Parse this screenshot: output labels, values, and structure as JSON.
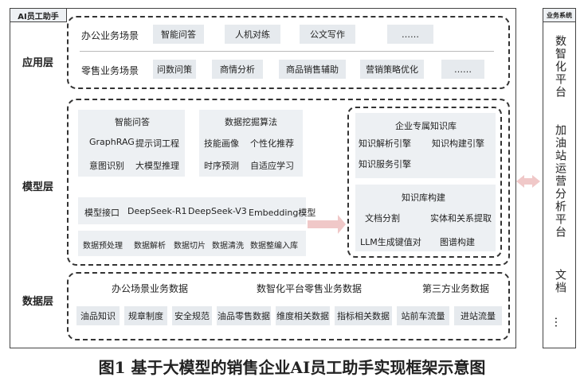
{
  "title": "AI员工助手",
  "layers": {
    "app": "应用层",
    "model": "模型层",
    "data": "数据层"
  },
  "app": {
    "office_label": "办公业务场景",
    "office_items": [
      "智能问答",
      "人机对练",
      "公文写作",
      "……"
    ],
    "retail_label": "零售业务场景",
    "retail_items": [
      "问数问策",
      "商情分析",
      "商品销售辅助",
      "营销策略优化",
      "……"
    ]
  },
  "model": {
    "qa": {
      "title": "智能问答",
      "items": [
        "GraphRAG",
        "提示词工程",
        "意图识别",
        "大模型推理"
      ]
    },
    "mining": {
      "title": "数据挖掘算法",
      "items": [
        "技能画像",
        "个性化推荐",
        "时序预测",
        "自适应学习"
      ]
    },
    "interface_row": [
      "模型接口",
      "DeepSeek-R1",
      "DeepSeek-V3",
      "Embedding模型"
    ],
    "process_row": [
      "数据预处理",
      "数据解析",
      "数据切片",
      "数据清洗",
      "数据整编入库"
    ],
    "kb": {
      "title": "企业专属知识库",
      "items": [
        "知识解析引擎",
        "知识构建引擎",
        "知识服务引擎"
      ]
    },
    "kbbuild": {
      "title": "知识库构建",
      "items": [
        "文档分割",
        "实体和关系提取",
        "LLM生成键值对",
        "图谱构建"
      ]
    }
  },
  "data": {
    "headers": [
      "办公场景业务数据",
      "数智化平台零售业务数据",
      "第三方业务数据"
    ],
    "items": [
      "油品知识",
      "规章制度",
      "安全规范",
      "油品零售数据",
      "维度相关数据",
      "指标相关数据",
      "站前车流量",
      "进站流量"
    ]
  },
  "side": {
    "title": "业务系统",
    "items": [
      "数智化平台",
      "加油站运营分析平台",
      "文档",
      "…"
    ]
  },
  "caption": "图1 基于大模型的销售企业AI员工助手实现框架示意图"
}
